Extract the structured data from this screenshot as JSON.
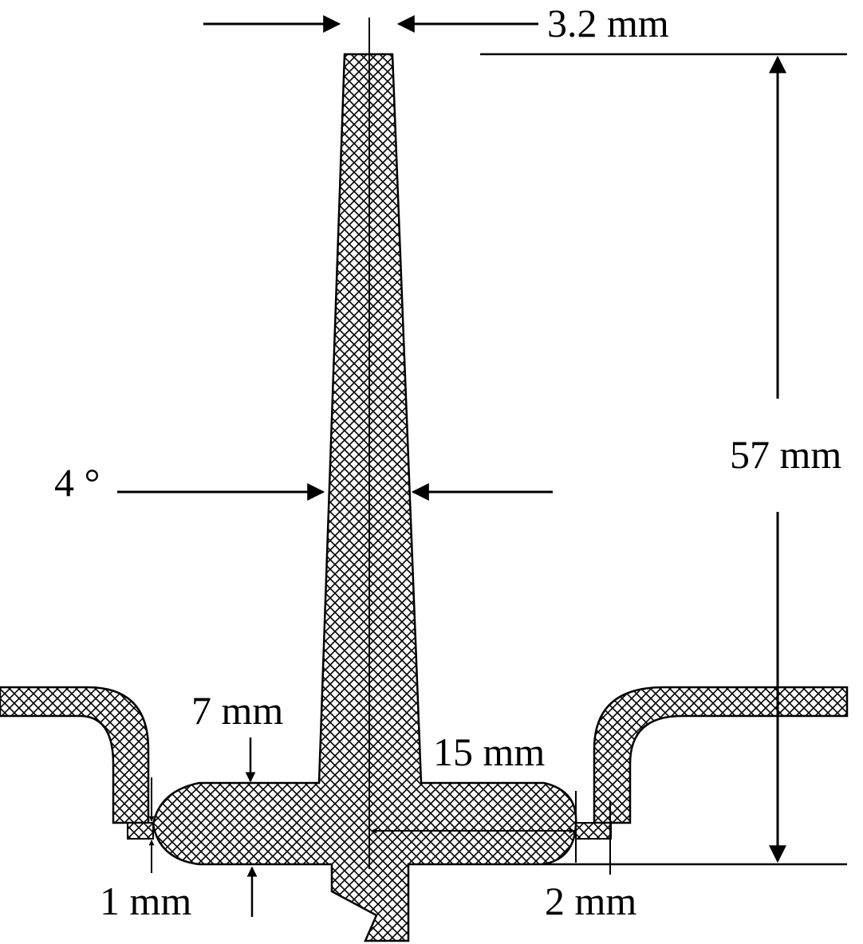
{
  "labels": {
    "tip_width": "3.2 mm",
    "height": "57 mm",
    "taper_angle": "4 °",
    "thickness": "7 mm",
    "radius": "15 mm",
    "gap_left": "1 mm",
    "gap_right": "2 mm"
  },
  "colors": {
    "line": "#000000",
    "hatch": "#000000",
    "background": "#ffffff"
  }
}
